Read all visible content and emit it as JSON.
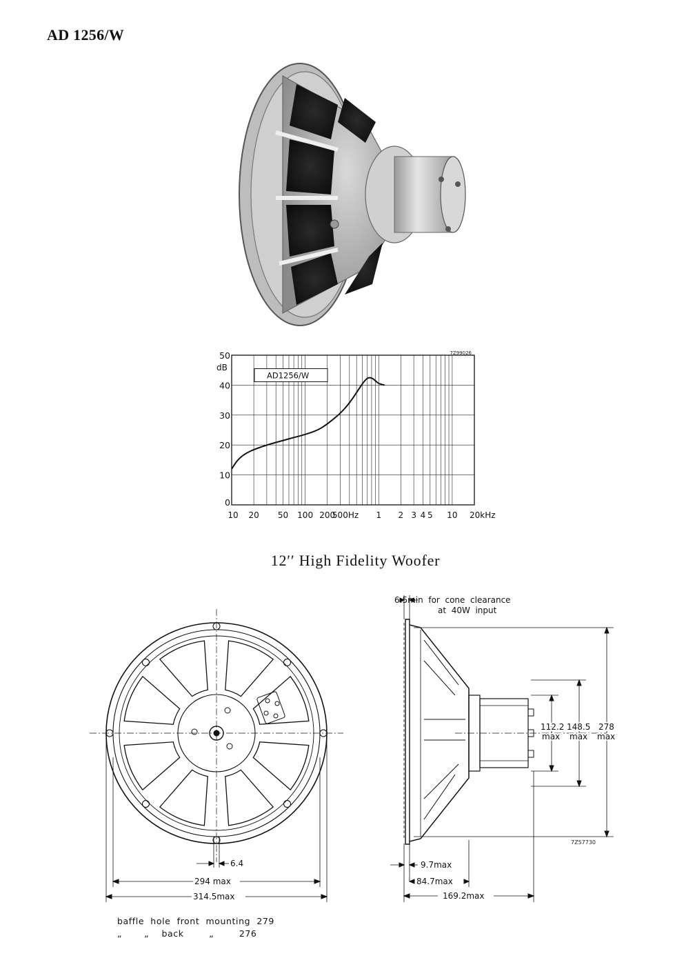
{
  "document": {
    "model": "AD 1256/W",
    "title": "12′′ High Fidelity Woofer"
  },
  "chart_data": {
    "type": "line",
    "code": "7Z99026",
    "legend_box": "AD1256/W",
    "ylabel": "dB",
    "xscale": "log",
    "xlim": [
      10,
      20000
    ],
    "ylim": [
      0,
      50
    ],
    "yticks": [
      "0",
      "10",
      "20",
      "30",
      "40",
      "50"
    ],
    "xtick_labels": [
      {
        "label": "10",
        "hz": 10
      },
      {
        "label": "20",
        "hz": 20
      },
      {
        "label": "50",
        "hz": 50
      },
      {
        "label": "100",
        "hz": 100
      },
      {
        "label": "200",
        "hz": 200
      },
      {
        "label": "500Hz",
        "hz": 500
      },
      {
        "label": "1",
        "hz": 1000
      },
      {
        "label": "2",
        "hz": 2000
      },
      {
        "label": "3",
        "hz": 3000
      },
      {
        "label": "4",
        "hz": 4000
      },
      {
        "label": "5",
        "hz": 5000
      },
      {
        "label": "10",
        "hz": 10000
      },
      {
        "label": "20kHz",
        "hz": 20000
      }
    ],
    "grid": true,
    "series": [
      {
        "x": [
          10,
          12,
          15,
          20,
          30,
          50,
          70,
          100,
          150,
          200,
          300,
          400,
          500,
          600,
          700,
          800,
          900,
          1000,
          1200
        ],
        "y": [
          12,
          15,
          17,
          18.5,
          20,
          21.5,
          22.5,
          23.5,
          25,
          27,
          30.5,
          34,
          37.5,
          40.5,
          42.5,
          42.5,
          41.5,
          40.5,
          40
        ]
      }
    ]
  },
  "drawing": {
    "code": "7Z57730",
    "front_dims": {
      "hole": "6.4",
      "inner": "294 max",
      "outer": "314.5max"
    },
    "side_dims": {
      "clearance_1": "6.5min  for  cone  clearance",
      "clearance_2": "at  40W  input",
      "d1_val": "112.2",
      "d1_max": "max",
      "d2_val": "148.5",
      "d2_max": "max",
      "d3_val": "278",
      "d3_max": "max",
      "depth_1": "9.7max",
      "depth_2": "84.7max",
      "depth_3": "169.2max"
    }
  },
  "baffle": {
    "line1": "baffle  hole  front  mounting  279",
    "line2": "„       „    back        „        276"
  }
}
